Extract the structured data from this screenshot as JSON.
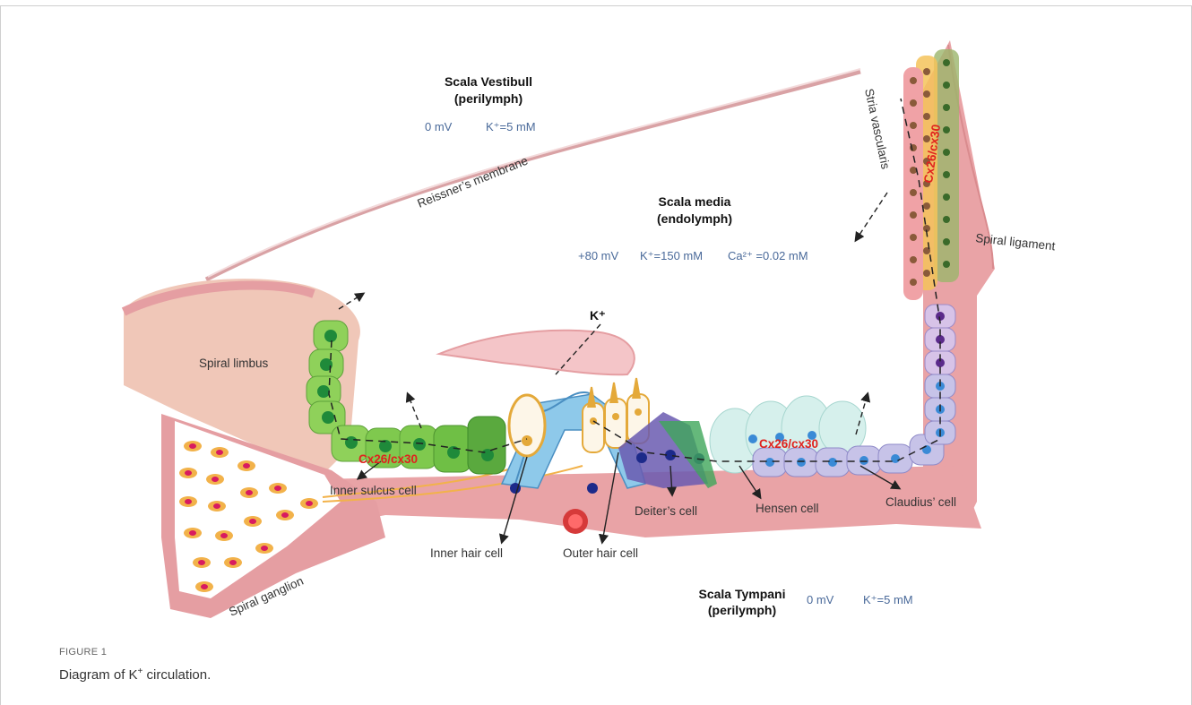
{
  "figure": {
    "label": "FIGURE 1",
    "caption_prefix": "Diagram of K",
    "caption_sup": "+",
    "caption_suffix": " circulation."
  },
  "diagram": {
    "scala_vestibuli": {
      "title": "Scala Vestibull",
      "subtitle": "(perilymph)",
      "voltage": "0 mV",
      "potassium": "K⁺=5 mM"
    },
    "scala_media": {
      "title": "Scala media",
      "subtitle": "(endolymph)",
      "voltage": "+80 mV",
      "potassium": "K⁺=150 mM",
      "calcium": "Ca²⁺ =0.02 mM"
    },
    "scala_tympani": {
      "title": "Scala Tympani",
      "subtitle": "(perilymph)",
      "voltage": "0 mV",
      "potassium": "K⁺=5 mM"
    },
    "labels": {
      "reissner": "Reissner’s membrane",
      "stria": "Stria vascularis",
      "spiral_ligament": "Spiral ligament",
      "spiral_limbus": "Spiral limbus",
      "inner_sulcus": "Inner sulcus cell",
      "spiral_ganglion": "Spiral ganglion",
      "inner_hair_cell": "Inner hair cell",
      "outer_hair_cell": "Outer hair cell",
      "deiters": "Deiter’s cell",
      "hensen": "Hensen cell",
      "claudius": "Claudius’ cell",
      "k_plus": "K⁺",
      "cx_left": "Cx26/cx30",
      "cx_right": "Cx26/cx30",
      "cx_stria": "Cx26/cx30"
    }
  }
}
